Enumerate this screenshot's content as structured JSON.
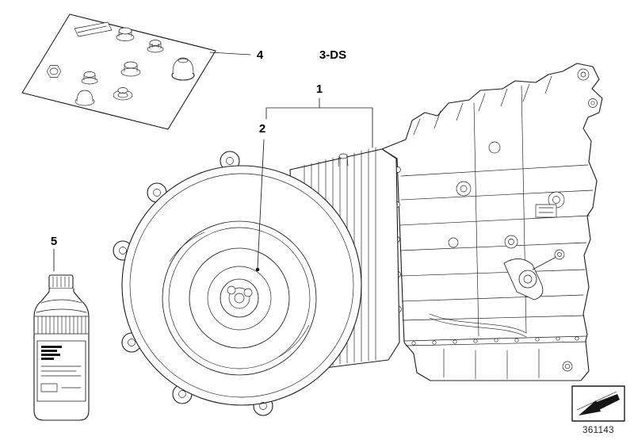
{
  "background": "#ffffff",
  "line_color": "#1c1c1c",
  "diagram": {
    "variant_label": "3-DS",
    "callouts": [
      {
        "id": "1",
        "target": "automatic-transmission"
      },
      {
        "id": "2",
        "target": "torque-converter"
      },
      {
        "id": "4",
        "target": "fastener-kit"
      },
      {
        "id": "5",
        "target": "oil-bottle"
      }
    ],
    "part_number": "361143"
  },
  "icons": {
    "direction_arrow": "arrow-down-left-icon"
  }
}
